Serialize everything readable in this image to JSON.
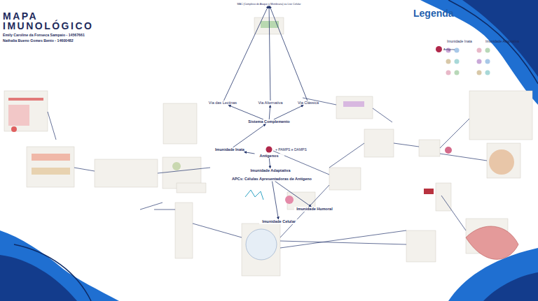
{
  "diagram": {
    "title": "MAPA IMUNOLÓGICO",
    "nodes": [
      {
        "text": [
          "Antígenos"
        ]
      },
      {
        "text": [
          "Imunidade Inata"
        ]
      },
      {
        "text": [
          "Imunidade Adaptativa"
        ]
      },
      {
        "text": [
          "APCs: Células Apresentadoras de Antígeno"
        ]
      },
      {
        "text": [
          "Sistema Complemento"
        ]
      },
      {
        "text": [
          "Via das Lectinas"
        ]
      },
      {
        "text": [
          "Via Alternativa"
        ]
      },
      {
        "text": [
          "Via Clássica"
        ]
      },
      {
        "text": [
          "MAC (Complexo de Ataque à Membrana) ou Lise Celular"
        ]
      },
      {
        "text": [
          "Imunidade Celular"
        ]
      },
      {
        "text": [
          "Imunidade Humoral"
        ]
      }
    ],
    "edges": [
      {
        "from": 0,
        "to": 1,
        "arrow": "to"
      },
      {
        "from": 0,
        "to": 2,
        "arrow": "to"
      },
      {
        "from": 1,
        "to": 4,
        "arrow": "to"
      },
      {
        "from": 4,
        "to": 5,
        "arrow": "to"
      },
      {
        "from": 4,
        "to": 6,
        "arrow": "to"
      },
      {
        "from": 4,
        "to": 7,
        "arrow": "to"
      },
      {
        "from": 5,
        "to": 8,
        "arrow": "to"
      },
      {
        "from": 6,
        "to": 8,
        "arrow": "to"
      },
      {
        "from": 7,
        "to": 8,
        "arrow": "to"
      },
      {
        "from": 3,
        "to": 9,
        "arrow": "to"
      },
      {
        "from": 3,
        "to": 10,
        "arrow": "to"
      }
    ],
    "labels": [
      "+ PAMPS e DAMPS",
      "Emily Caroline da Fonseca Sampaio - 14567661",
      "Nathalia Bueno Gomes Bento - 14600482",
      "Legenda",
      "Imunidade Inata",
      "Imunidade Adaptativa"
    ],
    "legend": [
      {
        "text": "Antígeno",
        "color": "#b0274a"
      }
    ]
  }
}
